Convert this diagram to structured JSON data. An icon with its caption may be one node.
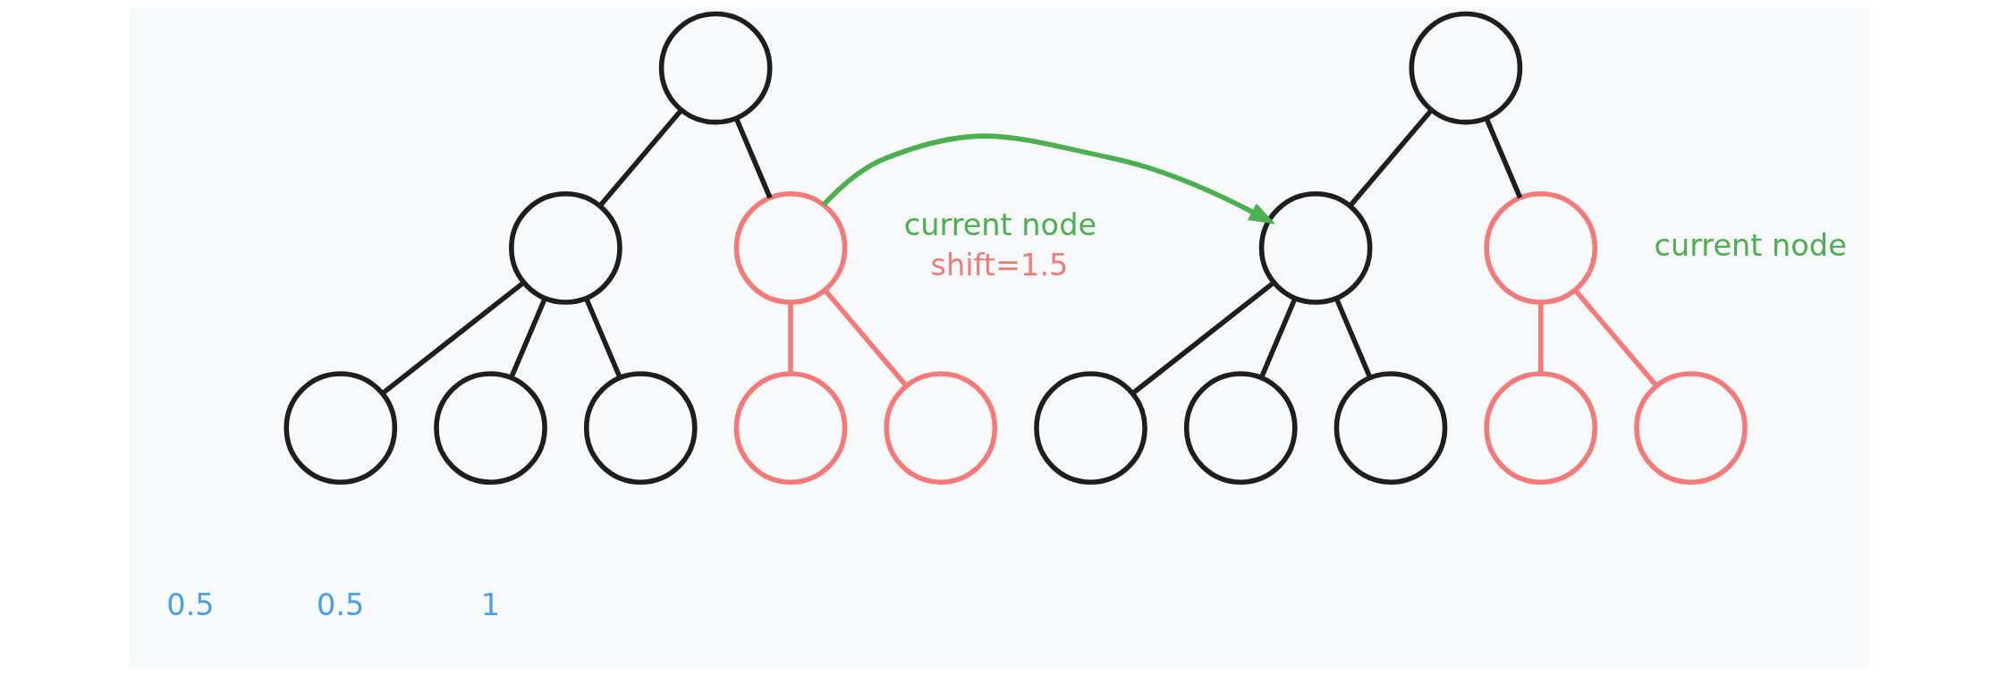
{
  "diagram": {
    "nodes": [
      {
        "text": [],
        "shape": "circle"
      },
      {
        "text": [],
        "shape": "circle"
      },
      {
        "text": [],
        "shape": "circle",
        "beside": [
          "current node",
          "shift=1.5"
        ]
      },
      {
        "text": [],
        "shape": "circle"
      },
      {
        "text": [],
        "shape": "circle"
      },
      {
        "text": [],
        "shape": "circle"
      },
      {
        "text": [],
        "shape": "circle"
      },
      {
        "text": [],
        "shape": "circle"
      },
      {
        "text": [],
        "shape": "circle"
      },
      {
        "text": [],
        "shape": "circle"
      },
      {
        "text": [],
        "shape": "circle",
        "beside": [
          "current node"
        ]
      },
      {
        "text": [],
        "shape": "circle"
      },
      {
        "text": [],
        "shape": "circle"
      },
      {
        "text": [],
        "shape": "circle"
      },
      {
        "text": [],
        "shape": "circle"
      },
      {
        "text": [],
        "shape": "circle"
      }
    ],
    "edges": [
      {
        "from": 0,
        "to": 1,
        "arrow": "none"
      },
      {
        "from": 0,
        "to": 2,
        "arrow": "none"
      },
      {
        "from": 1,
        "to": 3,
        "arrow": "none"
      },
      {
        "from": 1,
        "to": 4,
        "arrow": "none"
      },
      {
        "from": 1,
        "to": 6,
        "arrow": "none"
      },
      {
        "from": 2,
        "to": 5,
        "arrow": "none",
        "color": "#f47a7a"
      },
      {
        "from": 2,
        "to": 7,
        "arrow": "none",
        "color": "#f47a7a"
      },
      {
        "from": 2,
        "to": 9,
        "arrow": "to",
        "color": "#4caf50"
      },
      {
        "from": 8,
        "to": 9,
        "arrow": "none"
      },
      {
        "from": 8,
        "to": 10,
        "arrow": "none"
      },
      {
        "from": 9,
        "to": 11,
        "arrow": "none"
      },
      {
        "from": 9,
        "to": 12,
        "arrow": "none"
      },
      {
        "from": 9,
        "to": 13,
        "arrow": "none"
      },
      {
        "from": 10,
        "to": 14,
        "arrow": "none",
        "color": "#f47a7a"
      },
      {
        "from": 10,
        "to": 15,
        "arrow": "none",
        "color": "#f47a7a"
      }
    ],
    "labels": [
      "0.5",
      "0.5",
      "1"
    ]
  }
}
